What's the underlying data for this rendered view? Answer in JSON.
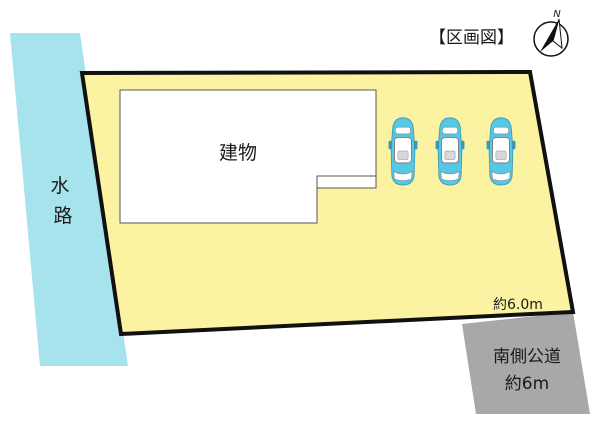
{
  "title": "【区画図】",
  "compass": {
    "north_label": "N",
    "icon": "north-arrow-icon"
  },
  "waterway": {
    "char1": "水",
    "char2": "路",
    "color": "#a6e3ec"
  },
  "lot": {
    "color": "#fbf3a1",
    "border_color": "#111111"
  },
  "building": {
    "label": "建物",
    "color": "#ffffff"
  },
  "parking": {
    "icon": "car-icon",
    "count": 3,
    "car_color": "#55c6e3"
  },
  "frontage": {
    "label": "約6.0m"
  },
  "road": {
    "line1": "南側公道",
    "line2": "約6m",
    "color": "#a8a8a8"
  }
}
